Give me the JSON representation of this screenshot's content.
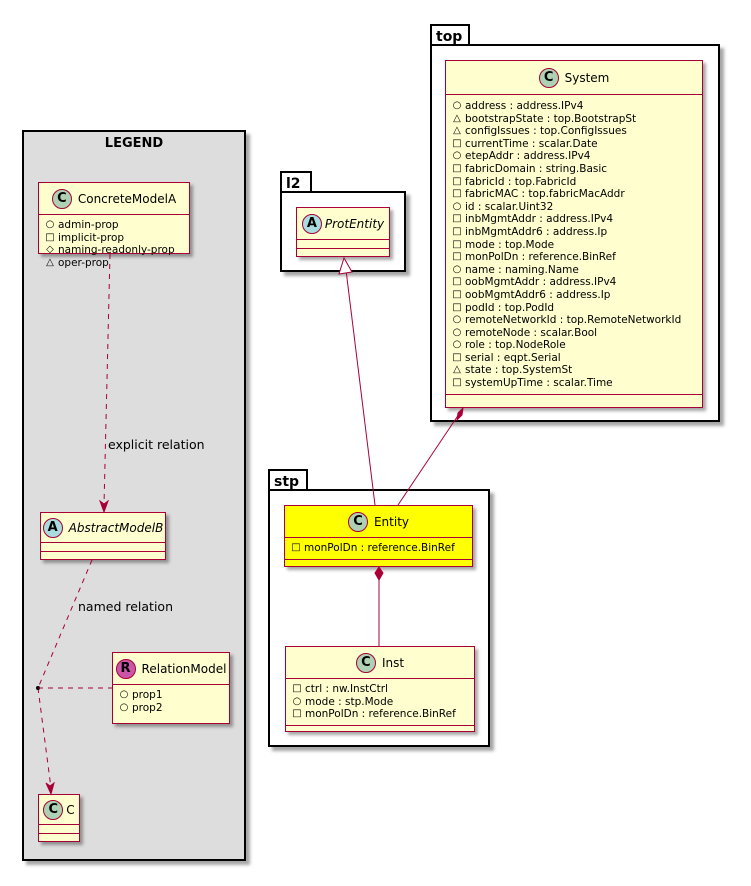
{
  "packages": {
    "top": "top",
    "l2": "l2",
    "stp": "stp"
  },
  "legend": {
    "title": "LEGEND",
    "concrete": {
      "name": "ConcreteModelA",
      "stereotype": "C",
      "attrs": [
        {
          "vis": "o",
          "text": "admin-prop"
        },
        {
          "vis": "-",
          "text": "implicit-prop"
        },
        {
          "vis": "#",
          "text": "naming-readonly-prop"
        },
        {
          "vis": "^",
          "text": "oper-prop"
        }
      ]
    },
    "abstract": {
      "name": "AbstractModelB",
      "stereotype": "A"
    },
    "relation_model": {
      "name": "RelationModel",
      "stereotype": "R",
      "attrs": [
        {
          "vis": "o",
          "text": "prop1"
        },
        {
          "vis": "o",
          "text": "prop2"
        }
      ]
    },
    "c": {
      "name": "C",
      "stereotype": "C"
    },
    "explicit_label": "explicit relation",
    "named_label": "named relation"
  },
  "system": {
    "name": "System",
    "stereotype": "C",
    "attrs": [
      {
        "vis": "o",
        "text": "address : address.IPv4"
      },
      {
        "vis": "^",
        "text": "bootstrapState : top.BootstrapSt"
      },
      {
        "vis": "^",
        "text": "configIssues : top.ConfigIssues"
      },
      {
        "vis": "-",
        "text": "currentTime : scalar.Date"
      },
      {
        "vis": "o",
        "text": "etepAddr : address.IPv4"
      },
      {
        "vis": "-",
        "text": "fabricDomain : string.Basic"
      },
      {
        "vis": "-",
        "text": "fabricId : top.FabricId"
      },
      {
        "vis": "-",
        "text": "fabricMAC : top.fabricMacAddr"
      },
      {
        "vis": "o",
        "text": "id : scalar.Uint32"
      },
      {
        "vis": "-",
        "text": "inbMgmtAddr : address.IPv4"
      },
      {
        "vis": "-",
        "text": "inbMgmtAddr6 : address.Ip"
      },
      {
        "vis": "-",
        "text": "mode : top.Mode"
      },
      {
        "vis": "-",
        "text": "monPolDn : reference.BinRef"
      },
      {
        "vis": "o",
        "text": "name : naming.Name"
      },
      {
        "vis": "-",
        "text": "oobMgmtAddr : address.IPv4"
      },
      {
        "vis": "-",
        "text": "oobMgmtAddr6 : address.Ip"
      },
      {
        "vis": "-",
        "text": "podId : top.PodId"
      },
      {
        "vis": "o",
        "text": "remoteNetworkId : top.RemoteNetworkId"
      },
      {
        "vis": "o",
        "text": "remoteNode : scalar.Bool"
      },
      {
        "vis": "o",
        "text": "role : top.NodeRole"
      },
      {
        "vis": "-",
        "text": "serial : eqpt.Serial"
      },
      {
        "vis": "^",
        "text": "state : top.SystemSt"
      },
      {
        "vis": "-",
        "text": "systemUpTime : scalar.Time"
      }
    ]
  },
  "prot_entity": {
    "name": "ProtEntity",
    "stereotype": "A"
  },
  "entity": {
    "name": "Entity",
    "stereotype": "C",
    "highlight_color": "#ffff00",
    "attrs": [
      {
        "vis": "-",
        "text": "monPolDn : reference.BinRef"
      }
    ]
  },
  "inst": {
    "name": "Inst",
    "stereotype": "C",
    "attrs": [
      {
        "vis": "-",
        "text": "ctrl : nw.InstCtrl"
      },
      {
        "vis": "o",
        "text": "mode : stp.Mode"
      },
      {
        "vis": "-",
        "text": "monPolDn : reference.BinRef"
      }
    ]
  },
  "colors": {
    "class_fill": "#fefece",
    "class_border": "#a80036",
    "legend_fill": "#dddddd",
    "highlight": "#ffff00"
  }
}
